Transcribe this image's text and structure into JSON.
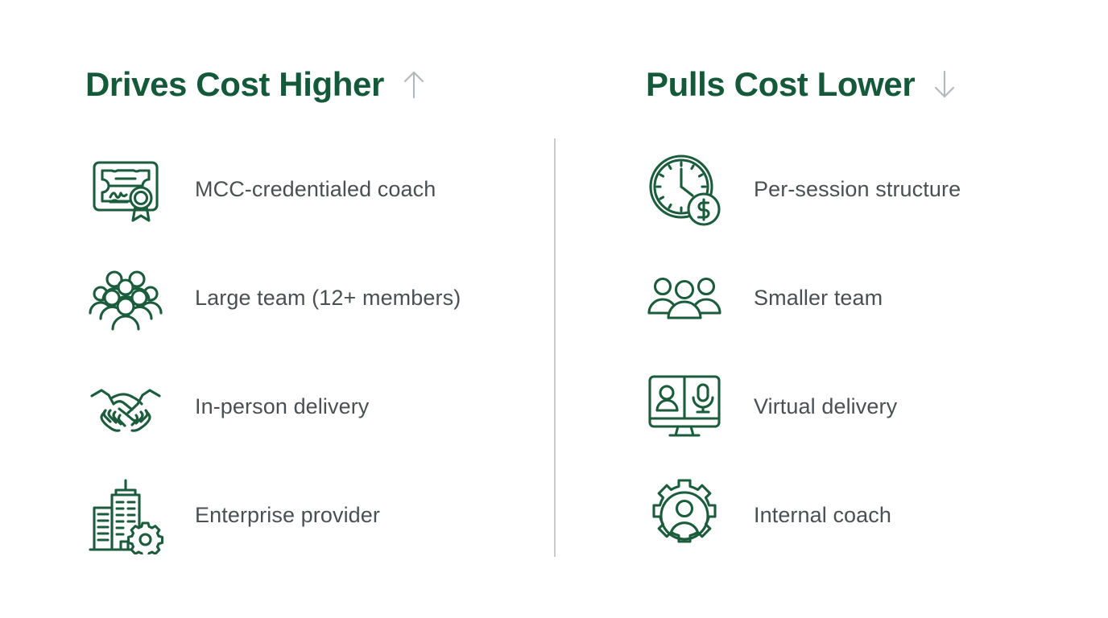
{
  "theme": {
    "background": "#ffffff",
    "heading_color": "#14593a",
    "icon_color": "#1b5c3c",
    "label_color": "#4c4f52",
    "arrow_color": "#b6b9bc",
    "divider_color": "#d4d6d8"
  },
  "columns": [
    {
      "id": "drives-cost-higher",
      "heading": "Drives Cost Higher",
      "arrow": "up-arrow-icon",
      "arrow_glyph": "↑",
      "items": [
        {
          "icon": "certificate-icon",
          "label": "MCC-credentialed coach"
        },
        {
          "icon": "large-team-icon",
          "label": "Large team (12+ members)"
        },
        {
          "icon": "handshake-icon",
          "label": "In-person delivery"
        },
        {
          "icon": "office-buildings-gear-icon",
          "label": "Enterprise provider"
        }
      ]
    },
    {
      "id": "pulls-cost-lower",
      "heading": "Pulls Cost Lower",
      "arrow": "down-arrow-icon",
      "arrow_glyph": "↓",
      "items": [
        {
          "icon": "clock-dollar-icon",
          "label": "Per-session structure"
        },
        {
          "icon": "small-team-icon",
          "label": "Smaller team"
        },
        {
          "icon": "monitor-video-call-icon",
          "label": "Virtual delivery"
        },
        {
          "icon": "gear-person-icon",
          "label": "Internal coach"
        }
      ]
    }
  ]
}
